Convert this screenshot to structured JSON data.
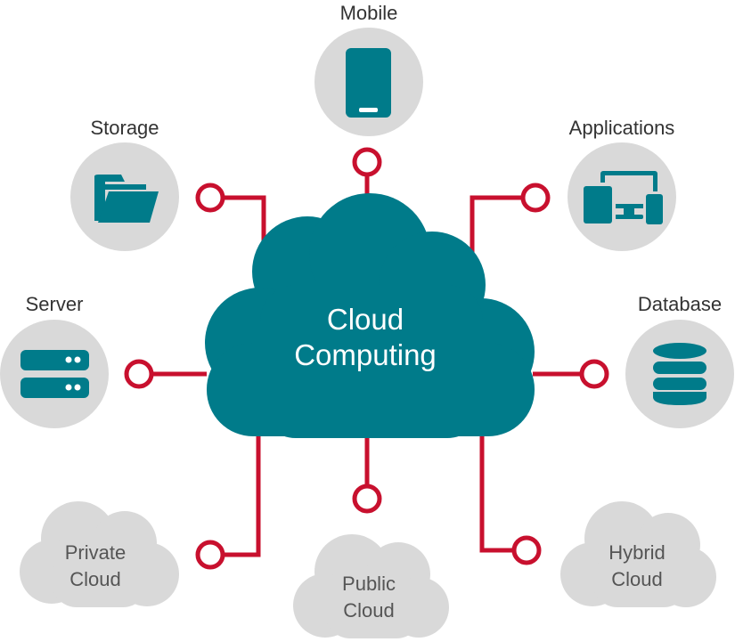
{
  "center": {
    "line1": "Cloud",
    "line2": "Computing"
  },
  "nodes": {
    "mobile": {
      "label": "Mobile",
      "icon": "mobile-phone-icon"
    },
    "storage": {
      "label": "Storage",
      "icon": "folder-icon"
    },
    "applications": {
      "label": "Applications",
      "icon": "devices-icon"
    },
    "server": {
      "label": "Server",
      "icon": "server-icon"
    },
    "database": {
      "label": "Database",
      "icon": "database-icon"
    }
  },
  "clouds": {
    "private": {
      "line1": "Private",
      "line2": "Cloud"
    },
    "public": {
      "line1": "Public",
      "line2": "Cloud"
    },
    "hybrid": {
      "line1": "Hybrid",
      "line2": "Cloud"
    }
  },
  "colors": {
    "accent": "#007b8a",
    "connector": "#c8102e",
    "bubble": "#d9d9d9"
  }
}
